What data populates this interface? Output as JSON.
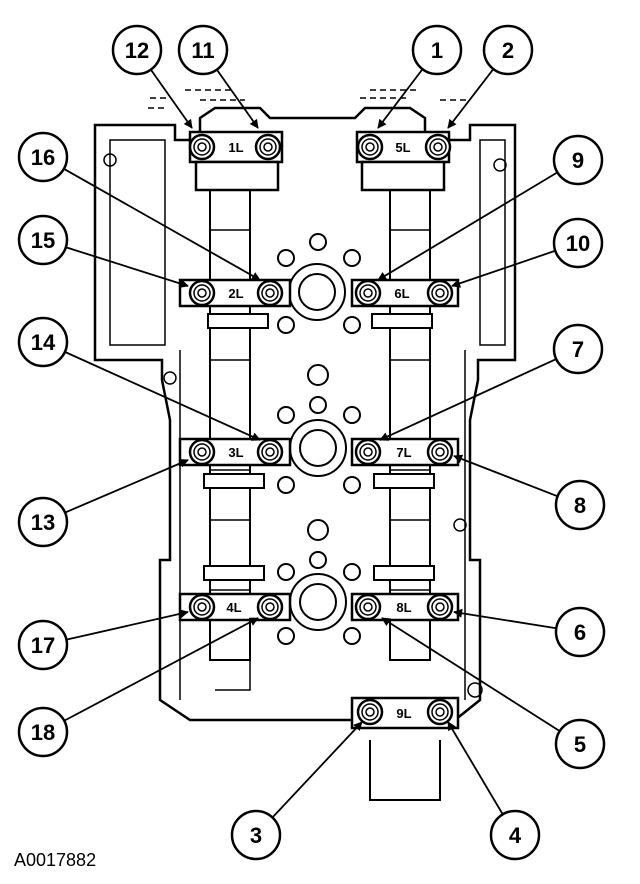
{
  "figure_id": "A0017882",
  "bearing_caps": [
    {
      "label": "1L"
    },
    {
      "label": "5L"
    },
    {
      "label": "2L"
    },
    {
      "label": "6L"
    },
    {
      "label": "3L"
    },
    {
      "label": "7L"
    },
    {
      "label": "4L"
    },
    {
      "label": "8L"
    },
    {
      "label": "9L"
    }
  ],
  "callouts": [
    {
      "label": "12"
    },
    {
      "label": "11"
    },
    {
      "label": "1"
    },
    {
      "label": "2"
    },
    {
      "label": "16"
    },
    {
      "label": "9"
    },
    {
      "label": "15"
    },
    {
      "label": "10"
    },
    {
      "label": "14"
    },
    {
      "label": "7"
    },
    {
      "label": "13"
    },
    {
      "label": "8"
    },
    {
      "label": "17"
    },
    {
      "label": "6"
    },
    {
      "label": "18"
    },
    {
      "label": "5"
    },
    {
      "label": "3"
    },
    {
      "label": "4"
    }
  ]
}
